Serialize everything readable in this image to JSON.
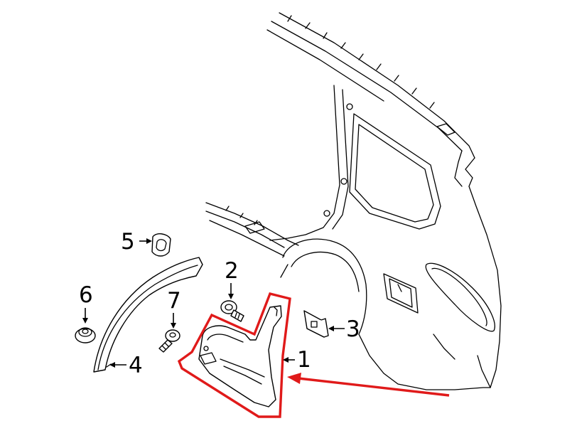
{
  "diagram": {
    "callouts": [
      {
        "id": "1",
        "label": "1"
      },
      {
        "id": "2",
        "label": "2"
      },
      {
        "id": "3",
        "label": "3"
      },
      {
        "id": "4",
        "label": "4"
      },
      {
        "id": "5",
        "label": "5"
      },
      {
        "id": "6",
        "label": "6"
      },
      {
        "id": "7",
        "label": "7"
      }
    ],
    "colors": {
      "linework": "#000000",
      "highlight": "#e01a1a",
      "background": "#ffffff"
    },
    "highlighted_part": "1"
  }
}
